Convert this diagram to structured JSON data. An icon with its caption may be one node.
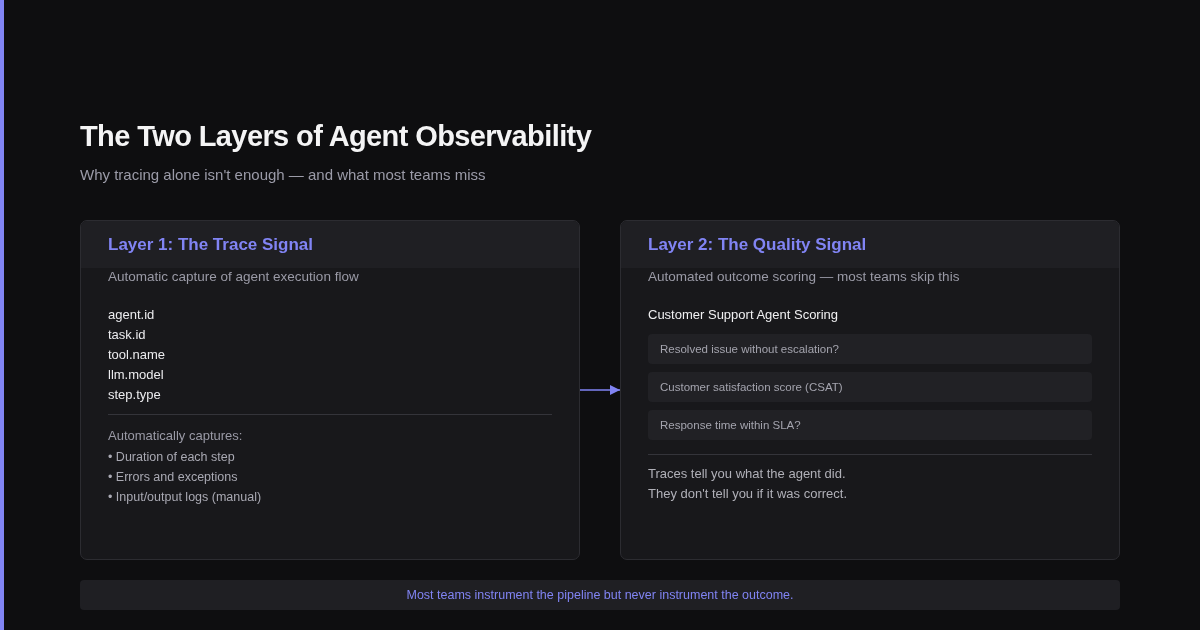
{
  "diagram": {
    "title": "The Two Layers of Agent Observability",
    "nodes": [
      {
        "text": [
          "Layer 1: The Trace Signal",
          "Automatic capture of agent execution flow",
          "agent.id",
          "task.id",
          "tool.name",
          "llm.model",
          "step.type",
          "Automatically captures:",
          "• Duration of each step",
          "• Errors and exceptions",
          "• Input/output logs (manual)"
        ]
      },
      {
        "text": [
          "Layer 2: The Quality Signal",
          "Automated outcome scoring — most teams skip this",
          "Customer Support Agent Scoring",
          "Traces tell you what the agent did.",
          "They don't tell you if it was correct."
        ]
      },
      {
        "text": [
          "Resolved issue without escalation?"
        ],
        "in": 1
      },
      {
        "text": [
          "Customer satisfaction score (CSAT)"
        ],
        "in": 1
      },
      {
        "text": [
          "Response time within SLA?"
        ],
        "in": 1
      },
      {
        "text": [
          "Most teams instrument the pipeline but never instrument the outcome."
        ]
      }
    ],
    "edges": [
      {
        "from": 0,
        "to": 1,
        "arrow": "to"
      }
    ],
    "labels": [
      "Why tracing alone isn't enough — and what most teams miss"
    ]
  }
}
